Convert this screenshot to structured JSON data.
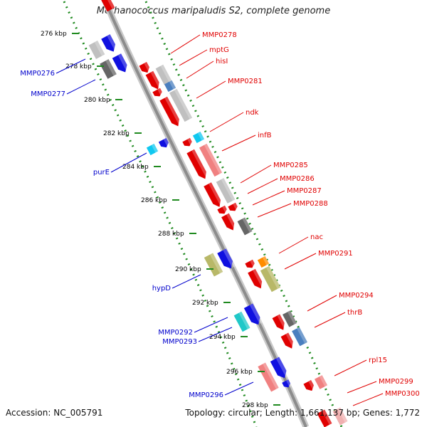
{
  "title": "Methanococcus maripaludis S2, complete genome",
  "footer": {
    "accession": "Accession: NC_005791",
    "summary": "Topology: circular; Length: 1,661,137 bp; Genes: 1,772"
  },
  "colors": {
    "backbone": "#8c8c8c",
    "dotted_track": "#1f8a1f",
    "forward_label": "#e00000",
    "reverse_label": "#0000cc",
    "tick_label": "#000000"
  },
  "ticks": [
    {
      "kbp": 276,
      "label": "276 kbp"
    },
    {
      "kbp": 278,
      "label": "278 kbp"
    },
    {
      "kbp": 280,
      "label": "280 kbp"
    },
    {
      "kbp": 282,
      "label": "282 kbp"
    },
    {
      "kbp": 284,
      "label": "284 kbp"
    },
    {
      "kbp": 286,
      "label": "286 kbp"
    },
    {
      "kbp": 288,
      "label": "288 kbp"
    },
    {
      "kbp": 290,
      "label": "290 kbp"
    },
    {
      "kbp": 292,
      "label": "292 kbp"
    },
    {
      "kbp": 294,
      "label": "294 kbp"
    },
    {
      "kbp": 296,
      "label": "296 kbp"
    },
    {
      "kbp": 298,
      "label": "298 kbp"
    }
  ],
  "forward_labels": [
    "MMP0278",
    "mptG",
    "hisI",
    "MMP0281",
    "ndk",
    "infB",
    "MMP0285",
    "MMP0286",
    "MMP0287",
    "MMP0288",
    "nac",
    "MMP0291",
    "MMP0294",
    "thrB",
    "rpl15",
    "MMP0299",
    "MMP0300"
  ],
  "reverse_labels": [
    "MMP0276",
    "MMP0277",
    "purE",
    "hypD",
    "MMP0292",
    "MMP0293",
    "MMP0296"
  ]
}
